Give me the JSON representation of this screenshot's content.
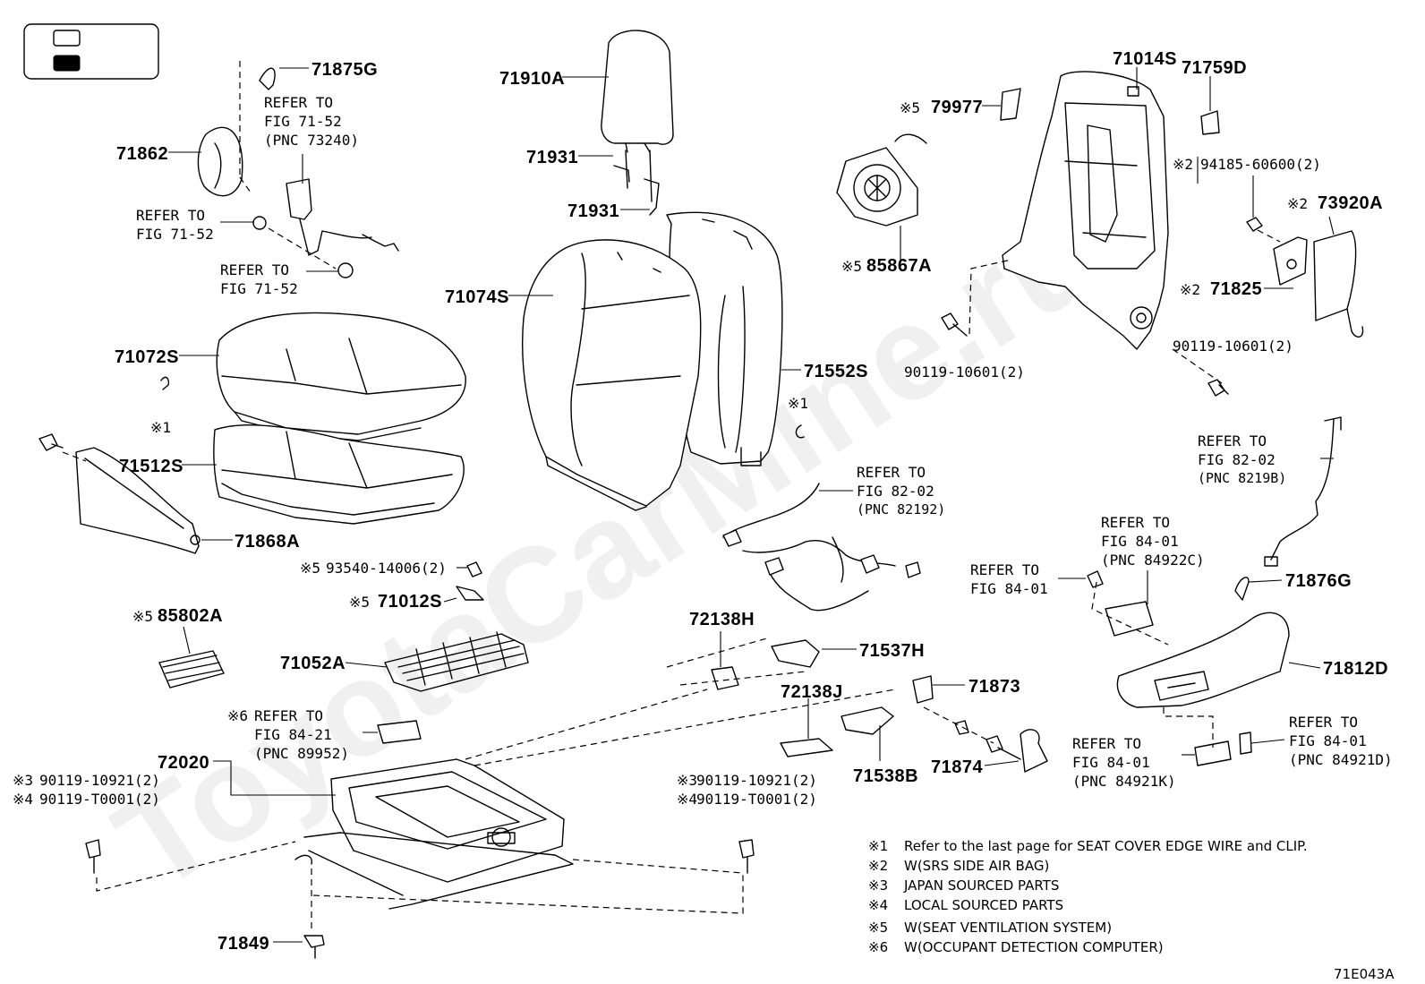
{
  "diagram_code": "71E043A",
  "watermark": "ToyotaCarMine.ru",
  "part_labels": {
    "p71875G": "71875G",
    "p71862": "71862",
    "p71910A": "71910A",
    "p71931a": "71931",
    "p71931b": "71931",
    "p71074S": "71074S",
    "p71072S": "71072S",
    "p71512S": "71512S",
    "p71868A": "71868A",
    "p71552S": "71552S",
    "p79977": "79977",
    "p85867A": "85867A",
    "p71014S": "71014S",
    "p71759D": "71759D",
    "p94185": "94185-60600(2)",
    "p73920A": "73920A",
    "p71825": "71825",
    "p90119_10601a": "90119-10601(2)",
    "p90119_10601b": "90119-10601(2)",
    "p93540": "93540-14006(2)",
    "p71012S": "71012S",
    "p85802A": "85802A",
    "p71052A": "71052A",
    "p72138H": "72138H",
    "p71537H": "71537H",
    "p72138J": "72138J",
    "p71873": "71873",
    "p71538B": "71538B",
    "p71874": "71874",
    "p71876G": "71876G",
    "p71812D": "71812D",
    "p72020": "72020",
    "p90119_10921a": "90119-10921(2)",
    "p90119_T0001a": "90119-T0001(2)",
    "p90119_10921b": "90119-10921(2)",
    "p90119_T0001b": "90119-T0001(2)",
    "p71849": "71849"
  },
  "marks": {
    "m1_a": "※1",
    "m1_b": "※1",
    "m5_79977": "※5",
    "m5_85867A": "※5",
    "m2_94185": "※2",
    "m2_73920A": "※2",
    "m2_71825": "※2",
    "m5_93540": "※5",
    "m5_71012S": "※5",
    "m5_85802A": "※5",
    "m6_refer": "※6",
    "m3_a": "※3",
    "m4_a": "※4",
    "m3_b": "※3",
    "m4_b": "※4"
  },
  "references": {
    "r_73240": [
      "REFER TO",
      "FIG 71-52",
      "(PNC 73240)"
    ],
    "r_71_52_a": [
      "REFER TO",
      "FIG 71-52"
    ],
    "r_71_52_b": [
      "REFER TO",
      "FIG 71-52"
    ],
    "r_82192": [
      "REFER TO",
      "FIG 82-02",
      "(PNC 82192)"
    ],
    "r_8219B": [
      "REFER TO",
      "FIG 82-02",
      "(PNC 8219B)"
    ],
    "r_84922C": [
      "REFER TO",
      "FIG 84-01",
      "(PNC 84922C)"
    ],
    "r_84_01": [
      "REFER TO",
      "FIG 84-01"
    ],
    "r_84921K": [
      "REFER TO",
      "FIG 84-01",
      "(PNC 84921K)"
    ],
    "r_84921D": [
      "REFER TO",
      "FIG 84-01",
      "(PNC 84921D)"
    ],
    "r_89952": [
      "REFER TO",
      "FIG 84-21",
      "(PNC 89952)"
    ]
  },
  "legend": [
    {
      "mark": "※1",
      "text": "Refer to the last page for SEAT COVER EDGE WIRE and CLIP."
    },
    {
      "mark": "※2",
      "text": "W(SRS SIDE AIR BAG)"
    },
    {
      "mark": "※3",
      "text": "JAPAN SOURCED PARTS"
    },
    {
      "mark": "※4",
      "text": "LOCAL SOURCED PARTS"
    },
    {
      "mark": "※5",
      "text": "W(SEAT VENTILATION SYSTEM)"
    },
    {
      "mark": "※6",
      "text": "W(OCCUPANT DETECTION COMPUTER)"
    }
  ]
}
